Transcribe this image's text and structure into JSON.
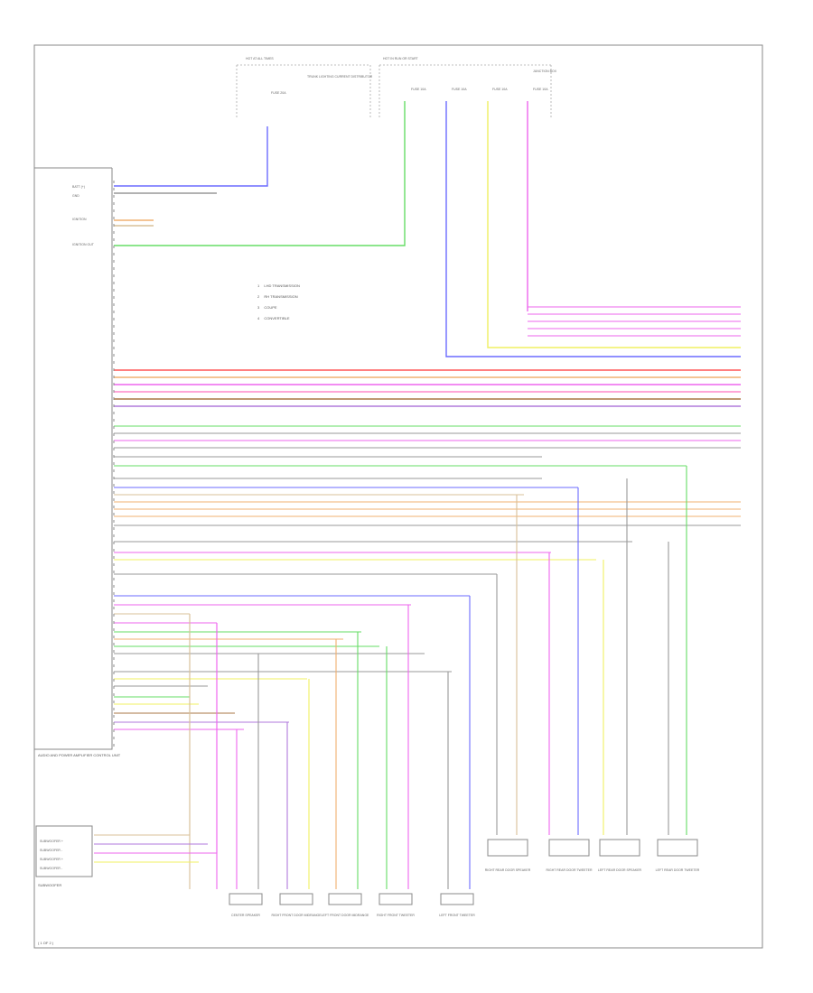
{
  "diagram": {
    "footer_left": "( 1 OF 2 )",
    "legend": [
      {
        "code": "1",
        "text": "LHD TRANSMISSION"
      },
      {
        "code": "2",
        "text": "RH TRANSMISSION"
      },
      {
        "code": "3",
        "text": "COUPE"
      },
      {
        "code": "4",
        "text": "CONVERTIBLE"
      }
    ],
    "fuse_boxes": [
      {
        "title": "HOT AT ALL TIMES",
        "sub": "TRUNK LIGHTING CURRENT DISTRIBUTOR",
        "fuses": [
          "FUSE 20A"
        ]
      },
      {
        "title": "HOT IN RUN OR START",
        "sub": "JUNCTION BOX",
        "fuses": [
          "FUSE 10A",
          "FUSE 10A",
          "FUSE 10A",
          "FUSE 10A"
        ]
      }
    ],
    "modules": {
      "left_module": "AUDIO AND POWER AMPLIFIER CONTROL UNIT",
      "subwoofer_box": "SUBWOOFER"
    },
    "left_pins": [
      "BATT (+)",
      "GND",
      "",
      "IGNITION",
      "",
      "IGNITION OUT",
      "",
      "",
      "",
      "",
      "",
      "",
      "",
      "",
      "",
      "",
      "",
      "",
      "",
      "",
      "",
      "",
      "",
      "",
      "",
      "",
      "",
      "",
      "",
      "",
      "",
      "",
      "",
      "",
      "",
      "",
      "",
      "",
      "",
      "",
      "",
      "",
      "",
      "",
      "",
      "",
      "",
      "",
      "",
      "",
      "",
      "",
      "",
      "",
      ""
    ],
    "speakers_bottom": [
      "CENTER SPEAKER",
      "RIGHT FRONT DOOR MIDRANGE",
      "LEFT FRONT DOOR MIDRANGE",
      "RIGHT FRONT TWEETER",
      "LEFT FRONT TWEETER"
    ],
    "speakers_right": [
      "RIGHT REAR DOOR SPEAKER",
      "RIGHT REAR DOOR TWEETER",
      "LEFT REAR DOOR SPEAKER",
      "LEFT REAR DOOR TWEETER"
    ],
    "subwoofer_pins": [
      "SUBWOOFER +",
      "SUBWOOFER -",
      "SUBWOOFER +",
      "SUBWOOFER -"
    ]
  },
  "colors": {
    "blue": "#6b6bff",
    "green": "#66dd66",
    "yellow": "#f0f060",
    "magenta": "#ee66ee",
    "red": "#ff5555",
    "orange": "#f0b070",
    "grey": "#999999",
    "brown": "#aa7744",
    "violet": "#b07adc",
    "tan": "#d8c098",
    "pink": "#ff88cc",
    "frame": "#888888"
  }
}
